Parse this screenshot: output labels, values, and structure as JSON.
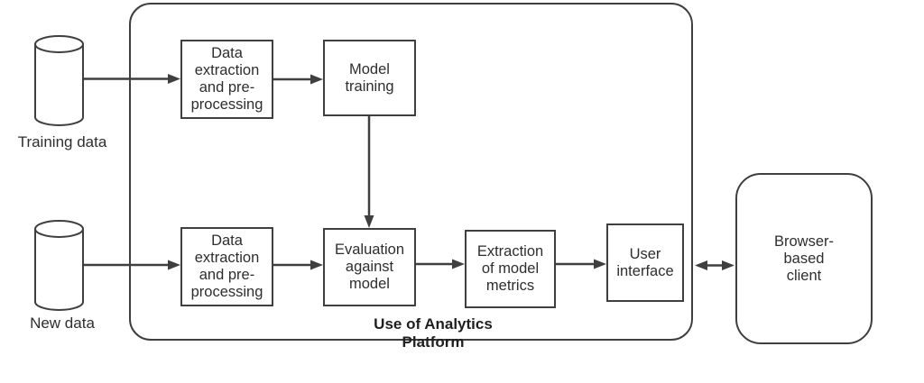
{
  "platform": {
    "label": "Use of Analytics Platform"
  },
  "sources": {
    "training": {
      "label": "Training data"
    },
    "new": {
      "label": "New data"
    }
  },
  "nodes": {
    "extraction_training": {
      "label": "Data\nextraction\nand pre-\nprocessing"
    },
    "model_training": {
      "label": "Model\ntraining"
    },
    "extraction_new": {
      "label": "Data\nextraction\nand pre-\nprocessing"
    },
    "evaluation": {
      "label": "Evaluation\nagainst\nmodel"
    },
    "metrics_extraction": {
      "label": "Extraction\nof model\nmetrics"
    },
    "user_interface": {
      "label": "User\ninterface"
    },
    "browser_client": {
      "label": "Browser-\nbased\nclient"
    }
  },
  "colors": {
    "line": "#3f3f3f",
    "text": "#2e2e2e",
    "background": "#ffffff"
  }
}
